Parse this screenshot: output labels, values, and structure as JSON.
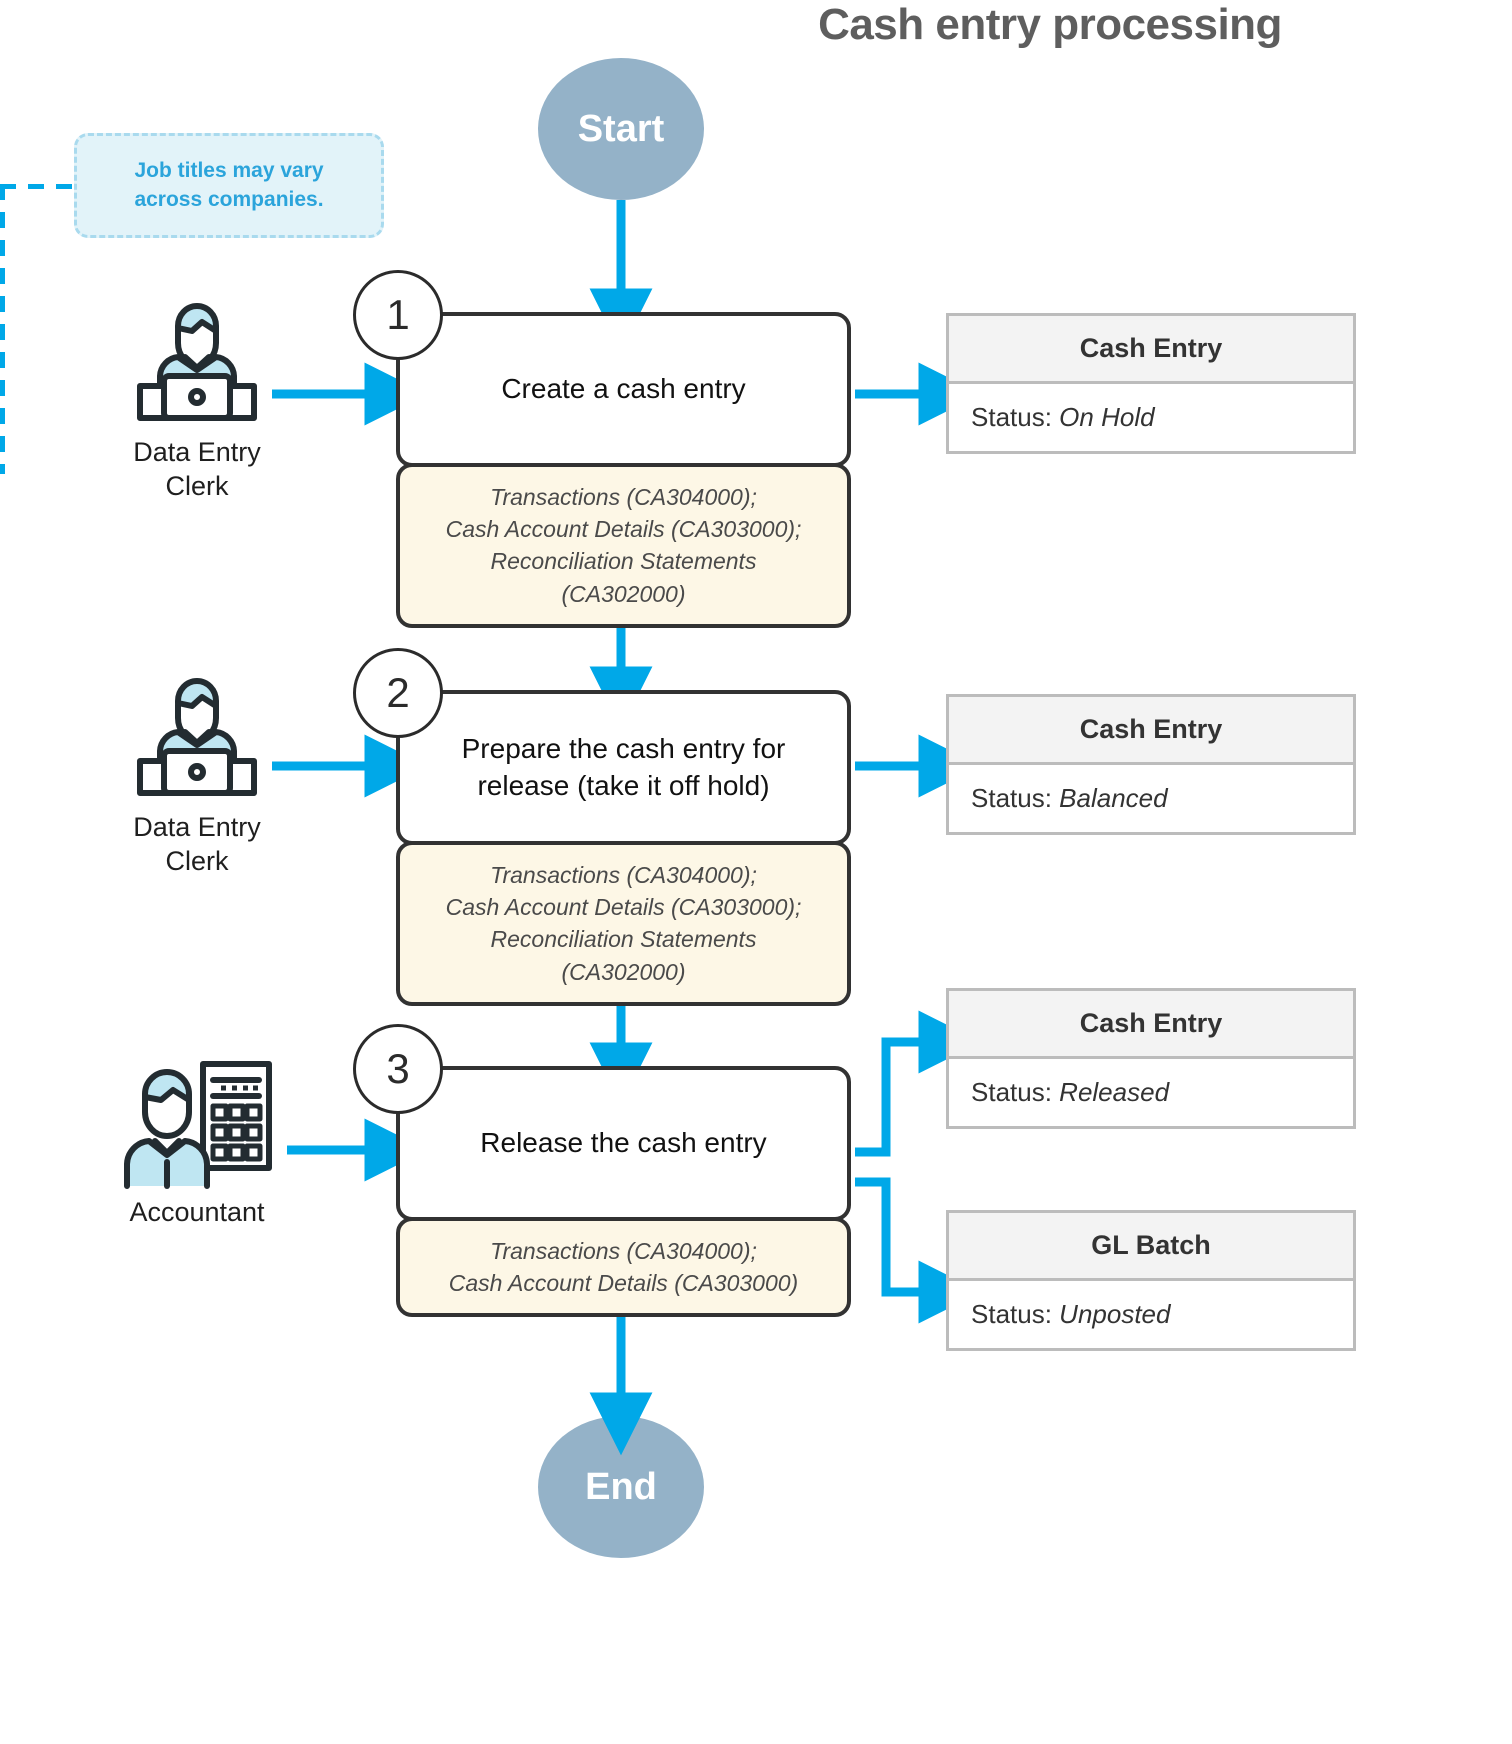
{
  "title": "Cash entry processing",
  "colors": {
    "accent_blue": "#00a8e8",
    "terminator_fill": "#94b2c8",
    "note_fill": "#fdf7e6",
    "callout_fill": "#e2f3f9",
    "callout_text": "#2ba4db",
    "card_header_fill": "#f3f3f3",
    "outline_dark": "#323232",
    "title_gray": "#5e5e5e"
  },
  "terminators": {
    "start": "Start",
    "end": "End"
  },
  "callout": {
    "line1": "Job titles may vary",
    "line2": "across companies."
  },
  "actors": [
    {
      "id": "data-entry-clerk-1",
      "icon": "person-at-laptop-icon",
      "line1": "Data Entry",
      "line2": "Clerk"
    },
    {
      "id": "data-entry-clerk-2",
      "icon": "person-at-laptop-icon",
      "line1": "Data Entry",
      "line2": "Clerk"
    },
    {
      "id": "accountant",
      "icon": "person-with-calculator-icon",
      "line1": "Accountant",
      "line2": ""
    }
  ],
  "steps": [
    {
      "number": "1",
      "label": "Create a cash entry",
      "note_lines": [
        "Transactions (CA304000);",
        "Cash Account Details (CA303000);",
        "Reconciliation Statements",
        "(CA302000)"
      ]
    },
    {
      "number": "2",
      "label": "Prepare the cash entry for release (take it off hold)",
      "note_lines": [
        "Transactions (CA304000);",
        "Cash Account Details (CA303000);",
        "Reconciliation Statements",
        "(CA302000)"
      ]
    },
    {
      "number": "3",
      "label": "Release the cash entry",
      "note_lines": [
        "Transactions (CA304000);",
        "Cash Account Details (CA303000)"
      ]
    }
  ],
  "cards": [
    {
      "entity": "Cash Entry",
      "status_label": "Status:",
      "status_value": "On Hold"
    },
    {
      "entity": "Cash Entry",
      "status_label": "Status:",
      "status_value": "Balanced"
    },
    {
      "entity": "Cash Entry",
      "status_label": "Status:",
      "status_value": "Released"
    },
    {
      "entity": "GL Batch",
      "status_label": "Status:",
      "status_value": "Unposted"
    }
  ]
}
